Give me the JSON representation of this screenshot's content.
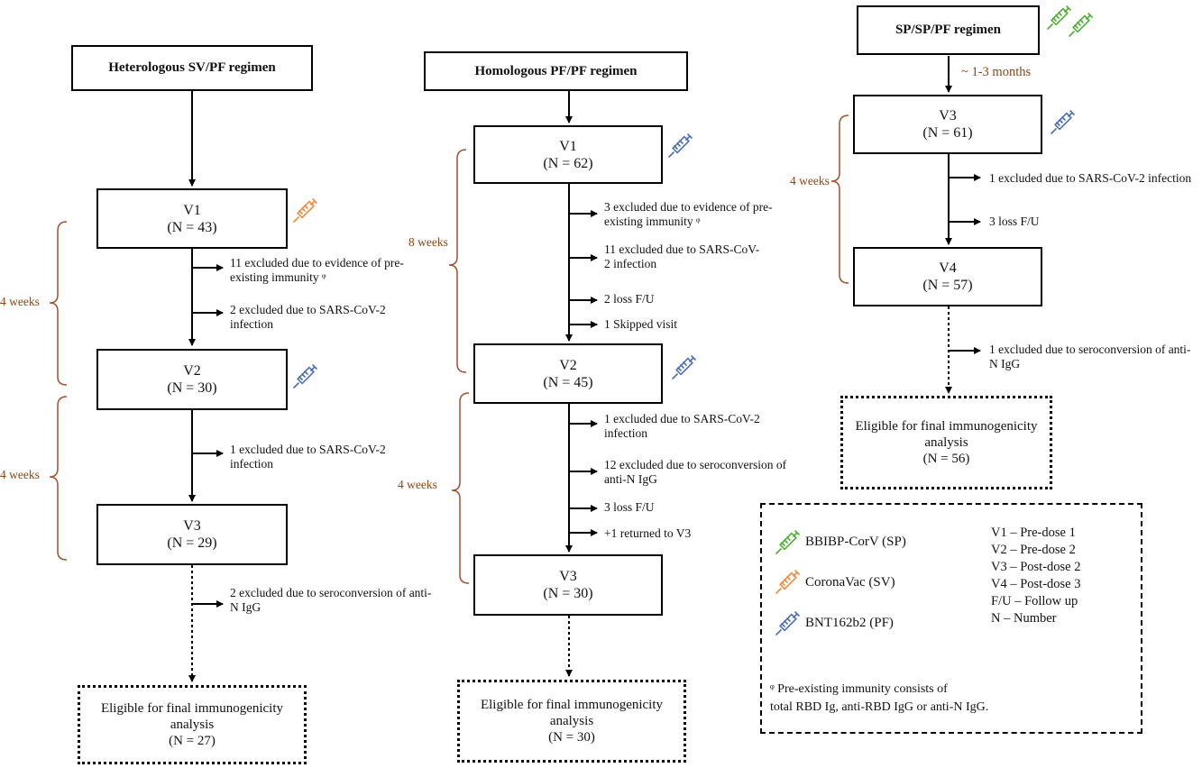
{
  "regimens": {
    "sv_pf": {
      "title": "Heterologous SV/PF regimen",
      "v1": {
        "label": "V1",
        "n": "(N = 43)"
      },
      "v2": {
        "label": "V2",
        "n": "(N = 30)"
      },
      "v3": {
        "label": "V3",
        "n": "(N = 29)"
      },
      "excl_1": "11 excluded due to evidence of pre-existing immunity ᵠ",
      "excl_2": "2 excluded due to SARS-CoV-2 infection",
      "excl_3": "1 excluded due to SARS-CoV-2 infection",
      "excl_4": "2 excluded due to seroconversion of anti-N IgG",
      "period_1": "4 weeks",
      "period_2": "4 weeks",
      "final": {
        "label": "Eligible for final immunogenicity analysis",
        "n": "(N = 27)"
      }
    },
    "pf_pf": {
      "title": "Homologous PF/PF regimen",
      "v1": {
        "label": "V1",
        "n": "(N = 62)"
      },
      "v2": {
        "label": "V2",
        "n": "(N = 45)"
      },
      "v3": {
        "label": "V3",
        "n": "(N = 30)"
      },
      "excl_1": "3 excluded due to evidence of pre-existing immunity ᵠ",
      "excl_2": "11 excluded due to SARS-CoV-2 infection",
      "excl_3": "2 loss F/U",
      "excl_4": "1 Skipped visit",
      "excl_5": "1 excluded due to SARS-CoV-2 infection",
      "excl_6": "12 excluded due to seroconversion of anti-N IgG",
      "excl_7": "3 loss F/U",
      "excl_8": "+1 returned to V3",
      "period_1": "8 weeks",
      "period_2": "4 weeks",
      "final": {
        "label": "Eligible for final immunogenicity analysis",
        "n": "(N = 30)"
      }
    },
    "sp_sp_pf": {
      "title": "SP/SP/PF regimen",
      "interval": "~ 1-3 months",
      "v3": {
        "label": "V3",
        "n": "(N = 61)"
      },
      "v4": {
        "label": "V4",
        "n": "(N = 57)"
      },
      "excl_1": "1 excluded due to SARS-CoV-2 infection",
      "excl_2": "3 loss F/U",
      "excl_3": "1 excluded due to seroconversion of anti-N IgG",
      "period_1": "4 weeks",
      "final": {
        "label": "Eligible for final immunogenicity analysis",
        "n": "(N = 56)"
      }
    }
  },
  "legend": {
    "vaccines": [
      {
        "name": "BBIBP-CorV (SP)",
        "color": "#4caf33",
        "icon": "syringe-icon"
      },
      {
        "name": "CoronaVac (SV)",
        "color": "#f08a3c",
        "icon": "syringe-icon"
      },
      {
        "name": "BNT162b2 (PF)",
        "color": "#4a6fb5",
        "icon": "syringe-icon"
      }
    ],
    "abbreviations": [
      "V1 – Pre-dose 1",
      "V2 – Pre-dose 2",
      "V3 – Post-dose 2",
      "V4 – Post-dose 3",
      "F/U – Follow up",
      "N – Number"
    ],
    "footnote_line1": "ᵠ Pre-existing immunity consists of",
    "footnote_line2": "total RBD Ig, anti-RBD IgG or anti-N IgG."
  },
  "colors": {
    "period_text": "#8B4513",
    "bracket": "#a0522d",
    "arrow": "#000000"
  }
}
